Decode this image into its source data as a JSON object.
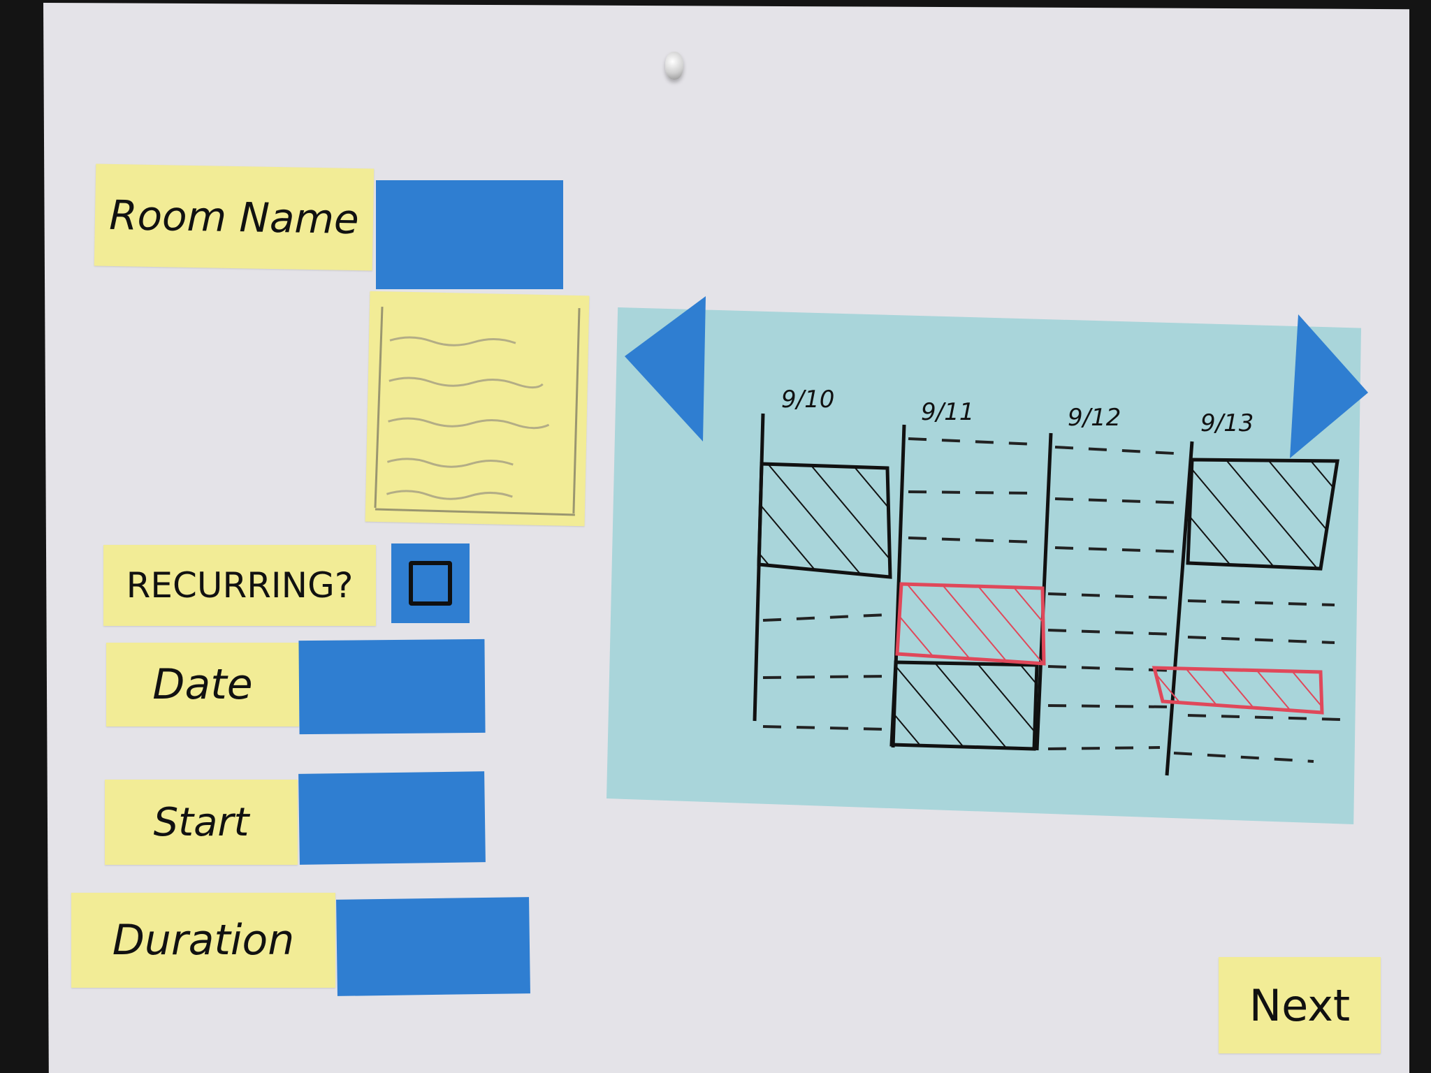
{
  "form": {
    "room_name_label": "Room Name",
    "recurring_label": "RECURRING?",
    "date_label": "Date",
    "start_label": "Start",
    "duration_label": "Duration"
  },
  "calendar": {
    "dates": [
      "9/10",
      "9/11",
      "9/12",
      "9/13"
    ]
  },
  "actions": {
    "next_label": "Next"
  },
  "colors": {
    "paper": "#e4e3e8",
    "sticky": "#f2ec96",
    "field": "#2f7ed1",
    "calendar": "#a9d5da",
    "booked": "#111111",
    "selected": "#e0485a"
  }
}
